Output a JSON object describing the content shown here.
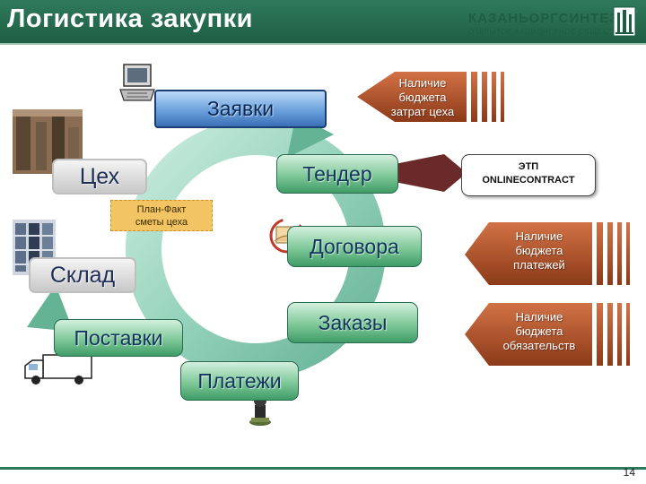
{
  "header": {
    "title": "Логистика  закупки"
  },
  "logo": {
    "name": "КАЗАНЬОРГСИНТЕЗ",
    "subtitle": "ОТКРЫТОЕ АКЦИОНЕРНОЕ ОБЩЕСТВО"
  },
  "cycle": {
    "zayavki": "Заявки",
    "tsekh": "Цех",
    "tender": "Тендер",
    "dogovora": "Договора",
    "sklad": "Склад",
    "postavki": "Поставки",
    "zakazy": "Заказы",
    "platezhi": "Платежи"
  },
  "plan_fact": {
    "line1": "План-Факт",
    "line2": "сметы цеха"
  },
  "budget_arrows": {
    "cost": {
      "line1": "Наличие",
      "line2": "бюджета",
      "line3": "затрат цеха"
    },
    "payments": {
      "line1": "Наличие",
      "line2": "бюджета",
      "line3": "платежей"
    },
    "obligations": {
      "line1": "Наличие",
      "line2": "бюджета",
      "line3": "обязательств"
    }
  },
  "etp": {
    "line1": "ЭТП",
    "line2": "ONLINECONTRACT"
  },
  "page_number": "14",
  "colors": {
    "header": "#2f7a5c",
    "cycle_arrow": "#8fd0b8",
    "budget_arrow": "#b5532a",
    "plan_fact_note": "#f3c463"
  }
}
